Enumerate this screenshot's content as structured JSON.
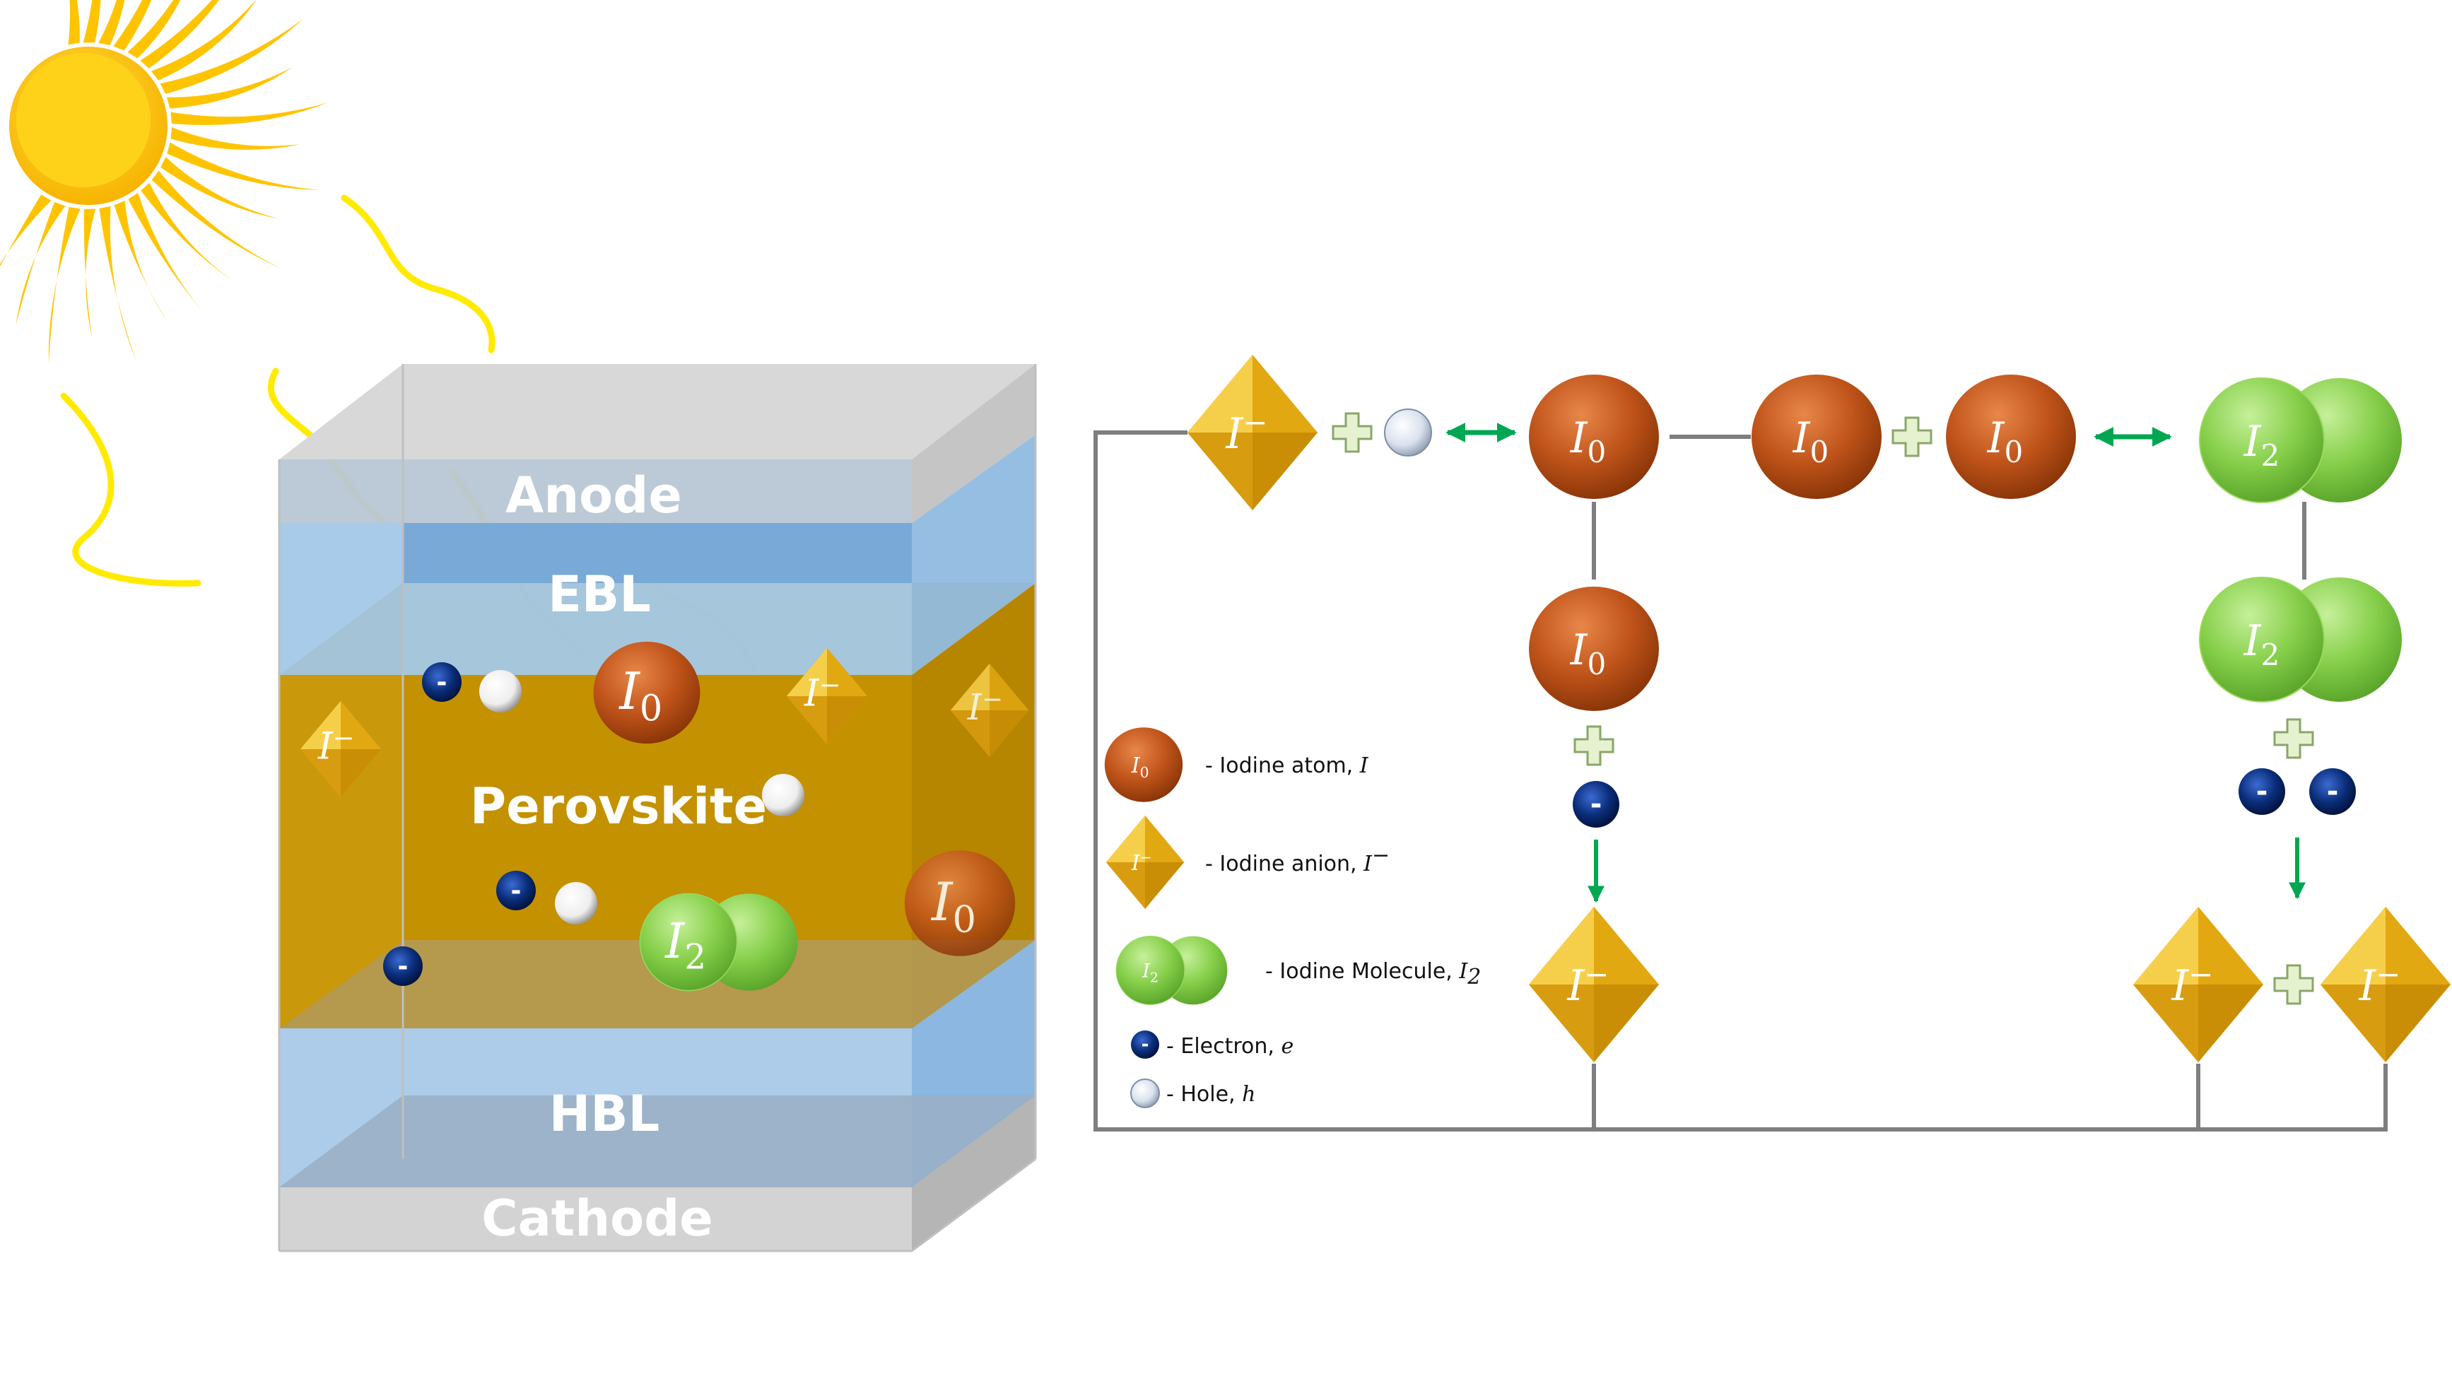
{
  "device": {
    "layers": {
      "anode": "Anode",
      "ebl": "EBL",
      "perovskite": "Perovskite",
      "hbl": "HBL",
      "cathode": "Cathode"
    }
  },
  "symbols": {
    "iodine_atom": "I",
    "iodine_atom_sub": "0",
    "iodine_anion": "I",
    "iodine_anion_sup": "−",
    "iodine_molecule": "I",
    "iodine_molecule_sub": "2",
    "electron_sign": "-"
  },
  "legend": {
    "iodine_atom": {
      "text": "- Iodine atom, ",
      "var": "I"
    },
    "iodine_anion": {
      "text": "- Iodine anion, ",
      "var": "I",
      "sup": "−"
    },
    "iodine_molecule": {
      "text": "- Iodine Molecule, ",
      "var": "I",
      "sub": "2"
    },
    "electron": {
      "text": "- Electron, ",
      "var": "e"
    },
    "hole": {
      "text": "- Hole, ",
      "var": "h"
    }
  },
  "colors": {
    "sun": "#ffd21a",
    "light_rays": "#ffea00",
    "perovskite": "#c49100",
    "transport_layer": "#9fc5e8",
    "electrode": "#d0d0d0",
    "iodine_atom": "#c0541a",
    "iodine_anion": "#e8b21c",
    "iodine_molecule": "#86cf4a",
    "electron": "#0a2d7a",
    "hole": "#d9e2ee",
    "reaction_arrow": "#00a651",
    "connector": "#7f7f7f"
  }
}
